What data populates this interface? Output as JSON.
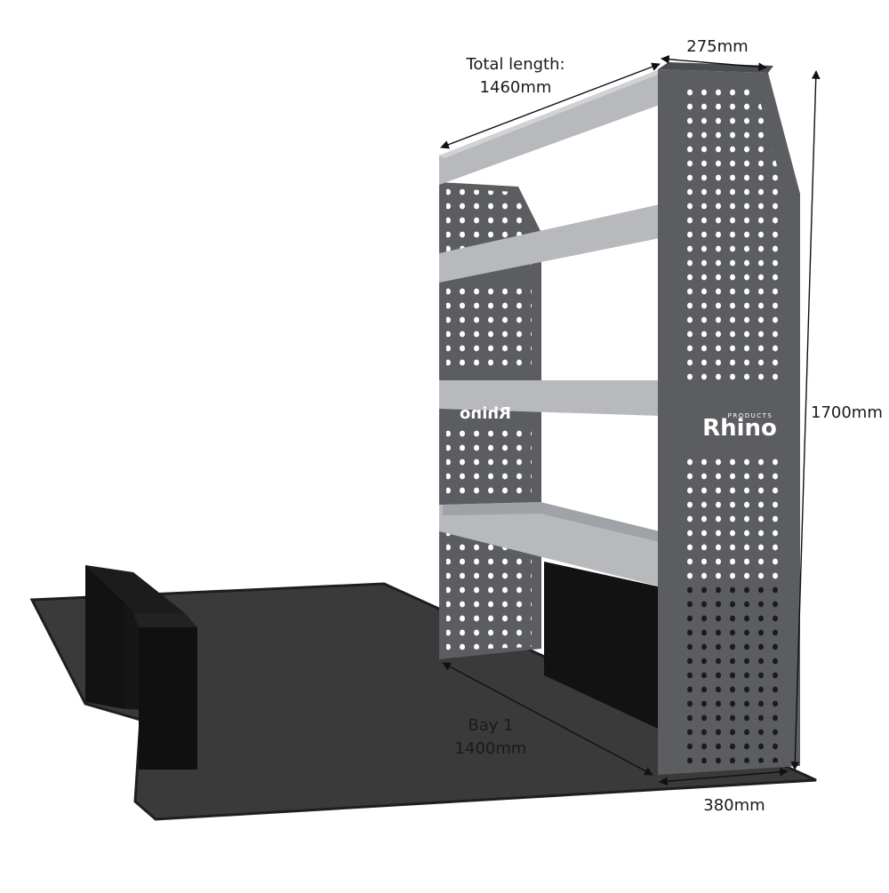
{
  "colors": {
    "panel": "#5b5d60",
    "panel_dark": "#4a4c4f",
    "shelf": "#b7b9bc",
    "shelf_edge": "#9fa2a6",
    "floor": "#3a3a3a",
    "floor_edge": "#1e1e1e",
    "bulkhead": "#121212"
  },
  "labels": {
    "total_length_line1": "Total length:",
    "total_length_line2": "1460mm",
    "depth_top": "275mm",
    "height": "1700mm",
    "bay_name": "Bay 1",
    "bay_length": "1400mm",
    "depth_bottom": "380mm"
  },
  "logo": {
    "brand": "Rhino",
    "sub": "PRODUCTS"
  }
}
